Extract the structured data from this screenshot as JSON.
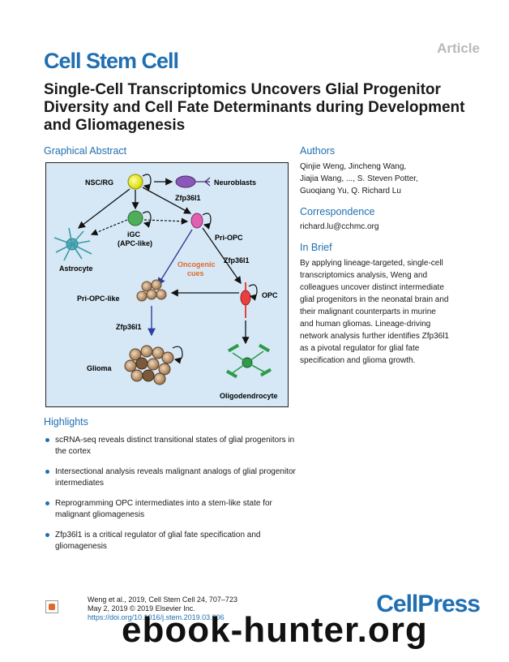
{
  "header": {
    "article_tag": "Article",
    "journal": "Cell Stem Cell"
  },
  "title": "Single-Cell Transcriptomics Uncovers Glial Progenitor Diversity and Cell Fate Determinants during Development and Gliomagenesis",
  "graphical_abstract": {
    "heading": "Graphical Abstract",
    "labels": {
      "nsc": "NSC/RG",
      "neuroblasts": "Neuroblasts",
      "zfp_top": "Zfp36l1",
      "igc": "iGC",
      "apc_like": "(APC-like)",
      "pri_opc": "Pri-OPC",
      "astrocyte": "Astrocyte",
      "oncogenic": "Oncogenic",
      "cues": "cues",
      "zfp_mid": "Zfp36l1",
      "pri_opc_like": "Pri-OPC-like",
      "opc": "OPC",
      "zfp_left": "Zfp36l1",
      "glioma": "Glioma",
      "oligodendrocyte": "Oligodendrocyte"
    },
    "colors": {
      "background": "#d6e8f6",
      "oncogenic": "#e0682c",
      "arrow_blue": "#2c3e9e",
      "oligo_green": "#2e9a4a"
    }
  },
  "authors": {
    "heading": "Authors",
    "lines": [
      "Qinjie Weng, Jincheng Wang,",
      "Jiajia Wang, ..., S. Steven Potter,",
      "Guoqiang Yu, Q. Richard Lu"
    ]
  },
  "correspondence": {
    "heading": "Correspondence",
    "email": "richard.lu@cchmc.org"
  },
  "in_brief": {
    "heading": "In Brief",
    "lines": [
      "By applying lineage-targeted, single-cell",
      "transcriptomics analysis, Weng and",
      "colleagues uncover distinct intermediate",
      "glial progenitors in the neonatal brain and",
      "their malignant counterparts in murine",
      "and human gliomas. Lineage-driving",
      "network analysis further identifies Zfp36l1",
      "as a pivotal regulator for glial fate",
      "specification and glioma growth."
    ]
  },
  "highlights": {
    "heading": "Highlights",
    "items": [
      "scRNA-seq reveals distinct transitional states of glial progenitors in the cortex",
      "Intersectional analysis reveals malignant analogs of glial progenitor intermediates",
      "Reprogramming OPC intermediates into a stem-like state for malignant gliomagenesis",
      "Zfp36l1 is a critical regulator of glial fate specification and gliomagenesis"
    ]
  },
  "footer": {
    "line1": "Weng et al., 2019, Cell Stem Cell 24, 707–723",
    "line2": "May 2, 2019 © 2019 Elsevier Inc.",
    "doi": "https://doi.org/10.1016/j.stem.2019.03.006",
    "publisher": "CellPress"
  },
  "watermark": "ebook-hunter.org"
}
